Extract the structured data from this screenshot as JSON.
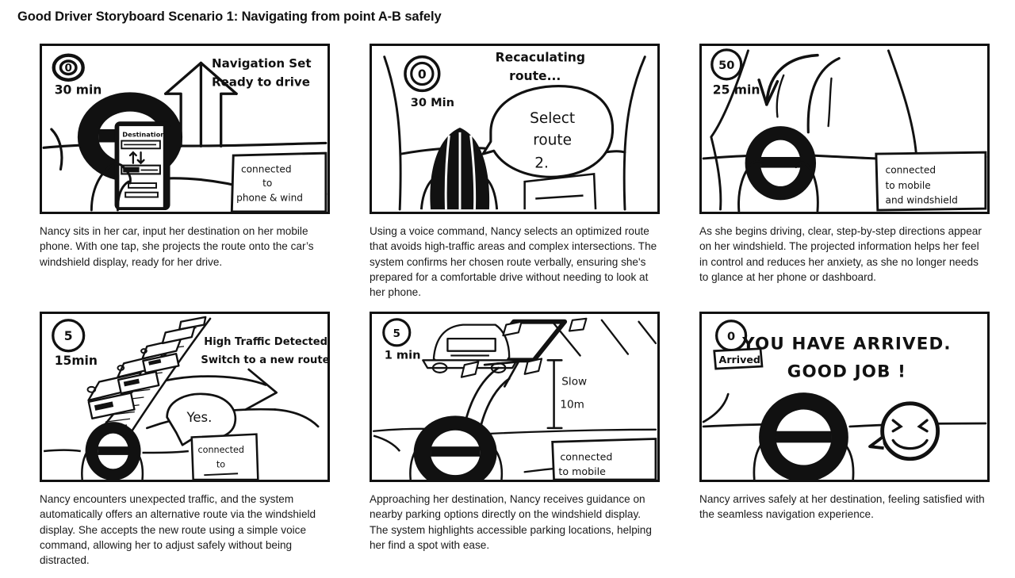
{
  "title": "Good Driver Storyboard Scenario 1: Navigating from point A-B safely",
  "theme": {
    "ink": "#111111",
    "paper": "#ffffff",
    "caption_color": "#1a1a1a"
  },
  "panels": [
    {
      "id": "panel-1",
      "speed": "0",
      "eta": "30 min",
      "scene_texts": [
        "Navigation Set",
        "Ready to drive",
        "Destination",
        "connected",
        "to",
        "phone & wind"
      ],
      "headline": "Navigation Set",
      "subhead": "Ready to drive",
      "phone_label": "Destination",
      "hud_line1": "connected",
      "hud_line2": "to",
      "hud_line3": "phone & wind",
      "caption": "Nancy sits in her car, input her destination on her mobile phone. With one tap, she projects the route onto the car’s windshield display, ready for her drive."
    },
    {
      "id": "panel-2",
      "speed": "0",
      "eta": "30 Min",
      "scene_texts": [
        "Recaculating",
        "route...",
        "Select",
        "route",
        "2."
      ],
      "headline": "Recaculating",
      "subhead": "route...",
      "bubble_line1": "Select",
      "bubble_line2": "route",
      "bubble_line3": "2.",
      "caption": "Using a voice command, Nancy selects an optimized route that avoids high-traffic areas and complex intersections. The system confirms her chosen route verbally, ensuring she's prepared for a comfortable drive without needing to look at her phone."
    },
    {
      "id": "panel-3",
      "speed": "50",
      "eta": "25 min",
      "scene_texts": [
        "connected",
        "to mobile",
        "and windshield"
      ],
      "hud_line1": "connected",
      "hud_line2": "to mobile",
      "hud_line3": "and windshield",
      "caption": "As she begins driving, clear, step-by-step directions appear on her windshield. The projected information helps her feel in control and reduces her anxiety, as she no longer needs to glance at her phone or dashboard."
    },
    {
      "id": "panel-4",
      "speed": "5",
      "eta": "15min",
      "scene_texts": [
        "High Traffic Detected",
        "Switch to a new route ?",
        "Yes.",
        "connected",
        "to"
      ],
      "headline": "High Traffic Detected",
      "subhead": "Switch to a new route ?",
      "bubble_line1": "Yes.",
      "hud_line1": "connected",
      "hud_line2": "to",
      "caption": "Nancy encounters unexpected traffic, and the system automatically offers an alternative route via the windshield display. She accepts the new route using a simple voice command, allowing her to adjust safely without being distracted."
    },
    {
      "id": "panel-5",
      "speed": "5",
      "eta": "1 min",
      "scene_texts": [
        "Slow",
        "10m",
        "connected",
        "to mobile"
      ],
      "gauge_label1": "Slow",
      "gauge_label2": "10m",
      "hud_line1": "connected",
      "hud_line2": "to mobile",
      "caption": "Approaching her destination, Nancy receives guidance on nearby parking options directly on the windshield display. The system highlights accessible parking locations, helping her find a spot with ease."
    },
    {
      "id": "panel-6",
      "speed": "0",
      "eta": "Arrived",
      "scene_texts": [
        "YOU HAVE ARRIVED.",
        "GOOD JOB !"
      ],
      "headline": "YOU HAVE ARRIVED.",
      "subhead": "GOOD JOB !",
      "caption": "Nancy arrives safely at her destination, feeling satisfied with the seamless navigation experience."
    }
  ]
}
